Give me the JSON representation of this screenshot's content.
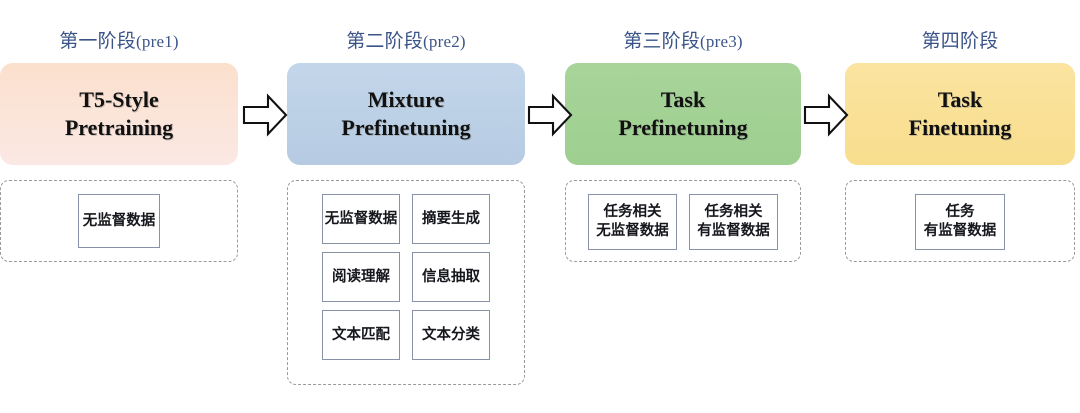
{
  "diagram": {
    "title_color": "#3b5488",
    "stages": [
      {
        "label": "第一阶段",
        "label_suffix": "(pre1)",
        "box_lines": [
          "T5-Style",
          "Pretraining"
        ],
        "box_color_top": "#fbe0cd",
        "box_color_bottom": "#fbe8e4",
        "data_boxes": [
          {
            "lines": [
              "无监督数据"
            ]
          }
        ]
      },
      {
        "label": "第二阶段",
        "label_suffix": "(pre2)",
        "box_lines": [
          "Mixture",
          "Prefinetuning"
        ],
        "box_color_top": "#c3d6ea",
        "box_color_bottom": "#b6cbe2",
        "data_boxes": [
          {
            "lines": [
              "无监督数据"
            ]
          },
          {
            "lines": [
              "摘要生成"
            ]
          },
          {
            "lines": [
              "阅读理解"
            ]
          },
          {
            "lines": [
              "信息抽取"
            ]
          },
          {
            "lines": [
              "文本匹配"
            ]
          },
          {
            "lines": [
              "文本分类"
            ]
          }
        ]
      },
      {
        "label": "第三阶段",
        "label_suffix": "(pre3)",
        "box_lines": [
          "Task",
          "Prefinetuning"
        ],
        "box_color_top": "#a8d49a",
        "box_color_bottom": "#9ecf90",
        "data_boxes": [
          {
            "lines": [
              "任务相关",
              "无监督数据"
            ]
          },
          {
            "lines": [
              "任务相关",
              "有监督数据"
            ]
          }
        ]
      },
      {
        "label": "第四阶段",
        "label_suffix": "",
        "box_lines": [
          "Task",
          "Finetuning"
        ],
        "box_color_top": "#fae4a0",
        "box_color_bottom": "#f8dd8d",
        "data_boxes": [
          {
            "lines": [
              "任务",
              "有监督数据"
            ]
          }
        ]
      }
    ],
    "arrows": [
      {
        "name": "arrow-stage1-to-stage2"
      },
      {
        "name": "arrow-stage2-to-stage3"
      },
      {
        "name": "arrow-stage3-to-stage4"
      }
    ]
  }
}
